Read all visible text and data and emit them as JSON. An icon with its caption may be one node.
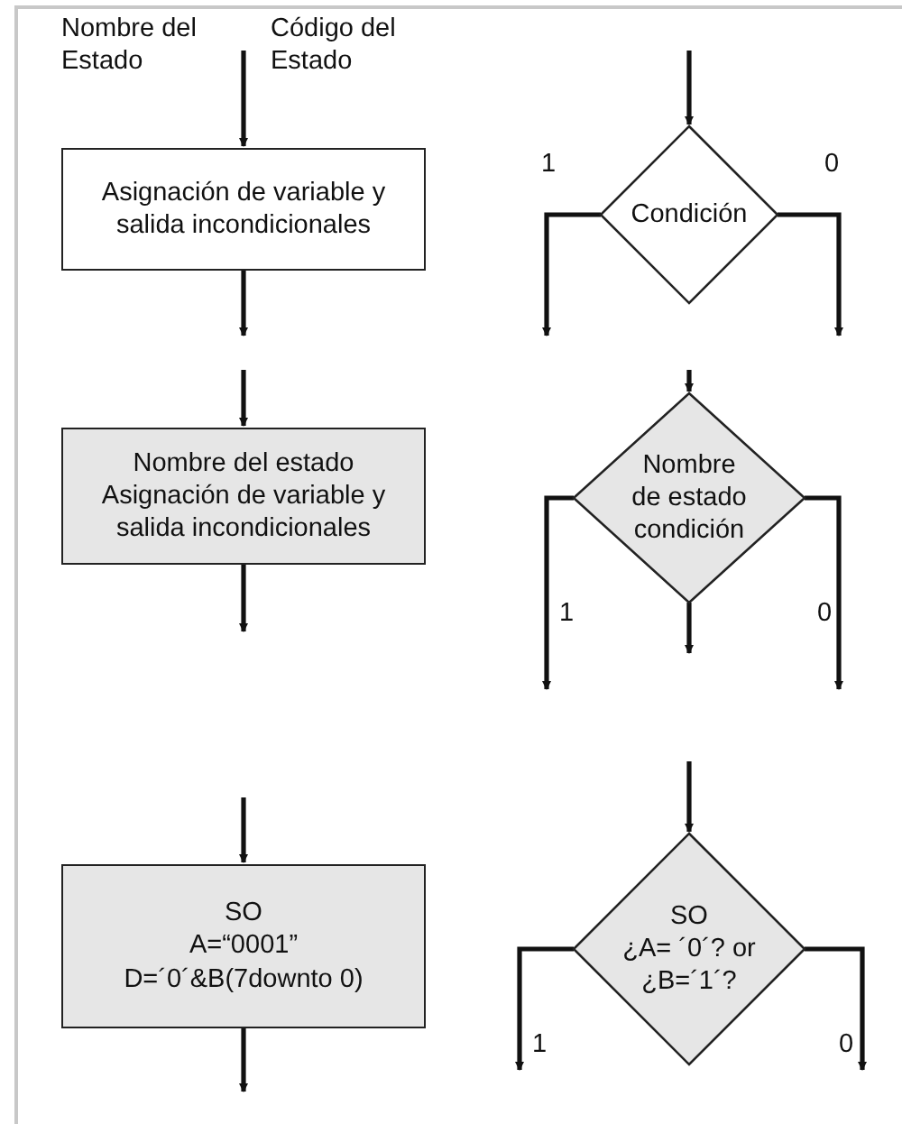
{
  "diagram": {
    "nodes": [
      {
        "text": [
          "Asignación de variable y salida incondicionales"
        ]
      },
      {
        "text": [
          "Condición"
        ]
      },
      {
        "text": [
          "Nombre del estado",
          "Asignación de variable y salida incondicionales"
        ]
      },
      {
        "text": [
          "Nombre de estado condición"
        ]
      },
      {
        "text": [
          "SO",
          "A=“0001”",
          "D=´0´&B(7downto 0)"
        ]
      },
      {
        "text": [
          "SO",
          "¿A= ´0´? or ¿B=´1´?"
        ]
      }
    ],
    "edges": [
      {
        "from": null,
        "to": 0,
        "arrow": "to"
      },
      {
        "from": 0,
        "to": null,
        "arrow": "to"
      },
      {
        "from": null,
        "to": 1,
        "arrow": "to"
      },
      {
        "from": 1,
        "to": null,
        "arrow": "to",
        "label": "1"
      },
      {
        "from": 1,
        "to": null,
        "arrow": "to",
        "label": "0"
      },
      {
        "from": null,
        "to": 2,
        "arrow": "to"
      },
      {
        "from": 2,
        "to": null,
        "arrow": "to"
      },
      {
        "from": null,
        "to": 3,
        "arrow": "to"
      },
      {
        "from": 3,
        "to": null,
        "arrow": "to",
        "label": "1"
      },
      {
        "from": 3,
        "to": null,
        "arrow": "to",
        "label": "0"
      },
      {
        "from": 3,
        "to": null,
        "arrow": "to"
      },
      {
        "from": null,
        "to": 4,
        "arrow": "to"
      },
      {
        "from": 4,
        "to": null,
        "arrow": "to"
      },
      {
        "from": null,
        "to": 5,
        "arrow": "to"
      },
      {
        "from": 5,
        "to": null,
        "arrow": "to",
        "label": "1"
      },
      {
        "from": 5,
        "to": null,
        "arrow": "to",
        "label": "0"
      }
    ],
    "labels": [
      "Nombre del Estado",
      "Código del Estado"
    ]
  }
}
